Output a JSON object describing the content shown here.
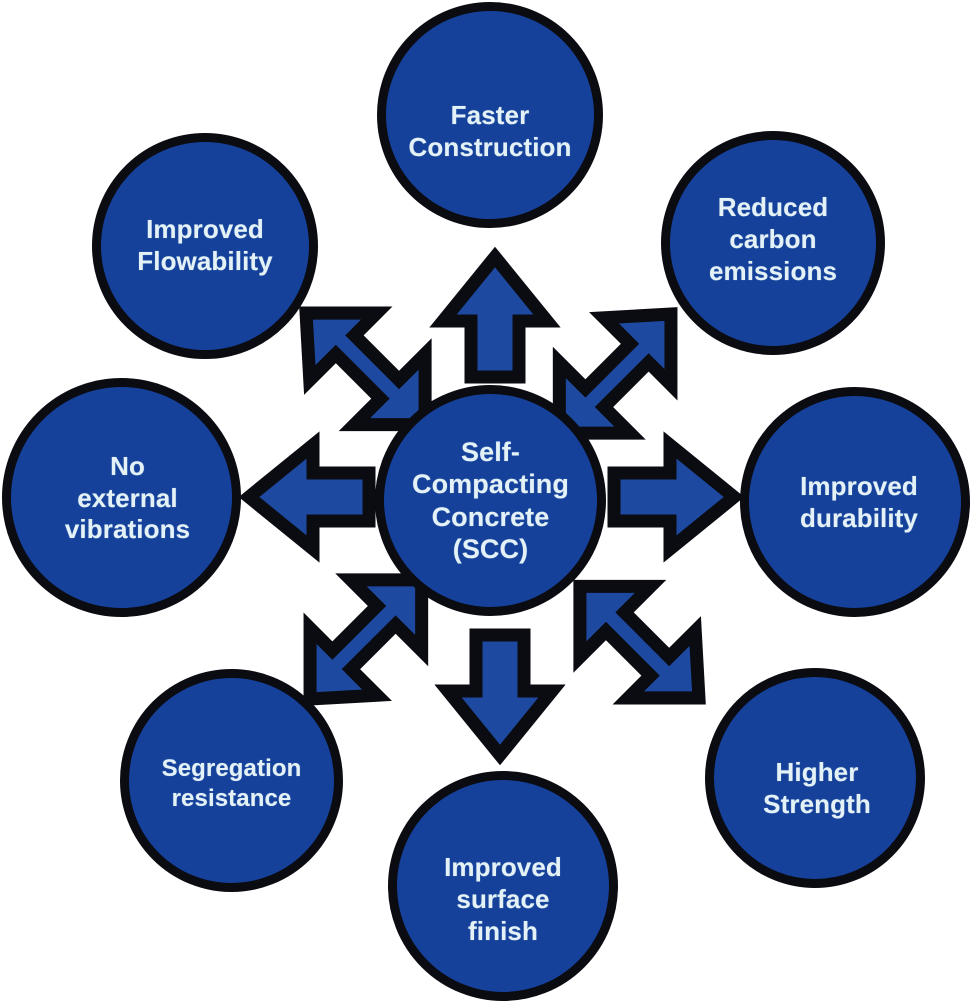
{
  "diagram": {
    "title": "Self-Compacting Concrete (SCC) benefits radial diagram",
    "colors": {
      "node_fill": "#16419B",
      "node_outline": "#0B0B12",
      "label_text": "#E4F2F7",
      "arrow_fill": "#1D4AA0",
      "arrow_outline": "#0B0B12",
      "background": "#FFFFFF"
    },
    "center": {
      "id": "self-compacting-concrete",
      "label": "Self-\nCompacting\nConcrete\n(SCC)"
    },
    "nodes": [
      {
        "id": "faster-construction",
        "position": "top",
        "label": "Faster\nConstruction"
      },
      {
        "id": "reduced-carbon",
        "position": "top-right",
        "label": "Reduced\ncarbon\nemissions"
      },
      {
        "id": "improved-durability",
        "position": "right",
        "label": "Improved\ndurability"
      },
      {
        "id": "higher-strength",
        "position": "bottom-right",
        "label": "Higher\nStrength"
      },
      {
        "id": "improved-surface",
        "position": "bottom",
        "label": "Improved\nsurface\nfinish"
      },
      {
        "id": "segregation-resistance",
        "position": "bottom-left",
        "label": "Segregation\nresistance"
      },
      {
        "id": "no-external-vibrations",
        "position": "left",
        "label": "No\nexternal\nvibrations"
      },
      {
        "id": "improved-flowability",
        "position": "top-left",
        "label": "Improved\nFlowability"
      }
    ],
    "arrows": [
      {
        "id": "arrow-up",
        "direction": "up",
        "from": "self-compacting-concrete",
        "to": "faster-construction"
      },
      {
        "id": "arrow-up-right",
        "direction": "up-right",
        "from": "self-compacting-concrete",
        "to": "reduced-carbon"
      },
      {
        "id": "arrow-right",
        "direction": "right",
        "from": "self-compacting-concrete",
        "to": "improved-durability"
      },
      {
        "id": "arrow-down-right",
        "direction": "down-right",
        "from": "self-compacting-concrete",
        "to": "higher-strength"
      },
      {
        "id": "arrow-down",
        "direction": "down",
        "from": "self-compacting-concrete",
        "to": "improved-surface"
      },
      {
        "id": "arrow-down-left",
        "direction": "down-left",
        "from": "self-compacting-concrete",
        "to": "segregation-resistance"
      },
      {
        "id": "arrow-left",
        "direction": "left",
        "from": "self-compacting-concrete",
        "to": "no-external-vibrations"
      },
      {
        "id": "arrow-up-left",
        "direction": "up-left",
        "from": "self-compacting-concrete",
        "to": "improved-flowability"
      }
    ]
  }
}
